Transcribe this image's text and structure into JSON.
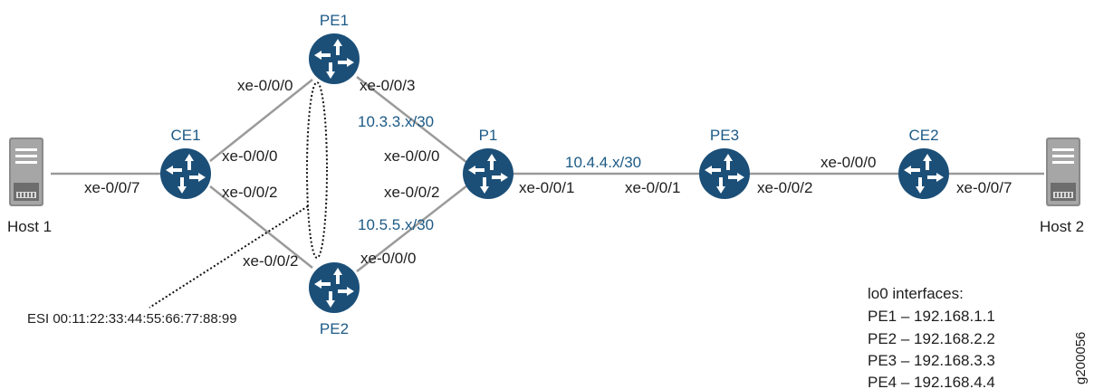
{
  "routers": {
    "pe1": "PE1",
    "pe2": "PE2",
    "pe3": "PE3",
    "p1": "P1",
    "ce1": "CE1",
    "ce2": "CE2"
  },
  "hosts": {
    "host1": "Host 1",
    "host2": "Host 2"
  },
  "interfaces": {
    "ce1_host": "xe-0/0/7",
    "ce1_pe1": "xe-0/0/0",
    "ce1_pe2": "xe-0/0/2",
    "pe1_ce1": "xe-0/0/0",
    "pe1_p1": "xe-0/0/3",
    "p1_pe1": "xe-0/0/0",
    "p1_pe2": "xe-0/0/2",
    "p1_pe3": "xe-0/0/1",
    "pe2_ce1": "xe-0/0/2",
    "pe2_p1": "xe-0/0/0",
    "pe3_p1": "xe-0/0/1",
    "pe3_ce2": "xe-0/0/2",
    "ce2_pe3": "xe-0/0/0",
    "ce2_host": "xe-0/0/7"
  },
  "subnets": {
    "pe1_p1": "10.3.3.x/30",
    "pe2_p1": "10.5.5.x/30",
    "p1_pe3": "10.4.4.x/30"
  },
  "esi_label": "ESI 00:11:22:33:44:55:66:77:88:99",
  "loopbacks": {
    "title": "lo0 interfaces:",
    "entries": [
      "PE1 – 192.168.1.1",
      "PE2 – 192.168.2.2",
      "PE3 – 192.168.3.3",
      "PE4 – 192.168.4.4"
    ]
  },
  "figure_id": "g200056",
  "colors": {
    "router_fill": "#1b4f78",
    "label_blue": "#1c5a86",
    "link_gray": "#9a9a9a",
    "server_gray": "#8c8c8c"
  }
}
